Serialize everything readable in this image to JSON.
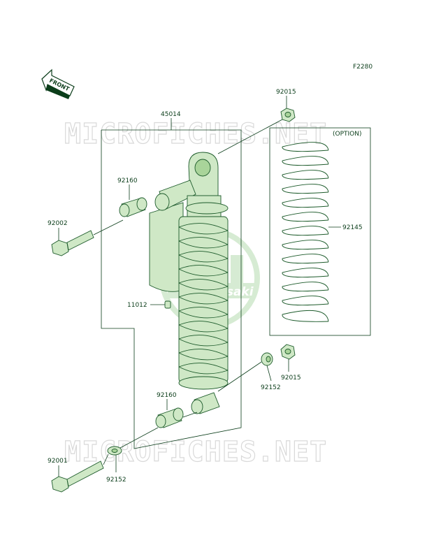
{
  "figure_code": "F2280",
  "front_arrow_label": "FRONT",
  "option_label": "(OPTION)",
  "watermark": "MICROFICHES.NET",
  "logo_text": "Kawasaki",
  "parts": {
    "p45014": "45014",
    "p92015_top": "92015",
    "p92160_top": "92160",
    "p92002": "92002",
    "p92145": "92145",
    "p11012": "11012",
    "p92152_right": "92152",
    "p92015_right": "92015",
    "p92160_bottom": "92160",
    "p92001": "92001",
    "p92152_bottom": "92152"
  },
  "colors": {
    "line": "#0b3d1a",
    "part_fill": "#cfe8c6",
    "part_stroke": "#1c5a2a",
    "watermark": "#d9d9d9"
  }
}
